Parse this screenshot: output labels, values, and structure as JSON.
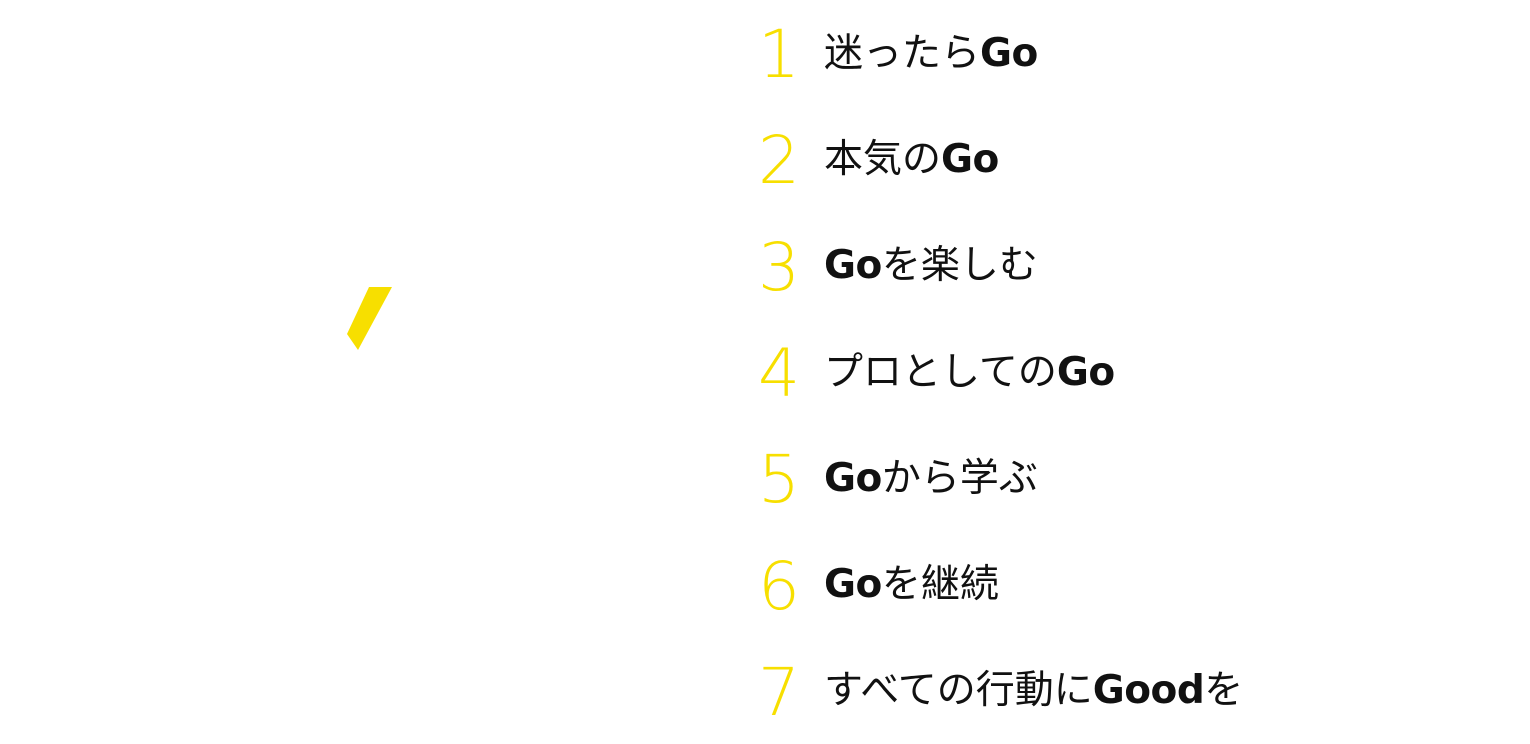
{
  "brand": {
    "accent_color": "#f7df00",
    "mark": "slash-mark"
  },
  "values": [
    {
      "number": "1",
      "parts": [
        {
          "text": "迷ったら",
          "bold": false
        },
        {
          "text": "Go",
          "bold": true
        }
      ]
    },
    {
      "number": "2",
      "parts": [
        {
          "text": "本気の",
          "bold": false
        },
        {
          "text": "Go",
          "bold": true
        }
      ]
    },
    {
      "number": "3",
      "parts": [
        {
          "text": "Go",
          "bold": true
        },
        {
          "text": "を楽しむ",
          "bold": false
        }
      ]
    },
    {
      "number": "4",
      "parts": [
        {
          "text": "プロとしての",
          "bold": false
        },
        {
          "text": "Go",
          "bold": true
        }
      ]
    },
    {
      "number": "5",
      "parts": [
        {
          "text": "Go",
          "bold": true
        },
        {
          "text": "から学ぶ",
          "bold": false
        }
      ]
    },
    {
      "number": "6",
      "parts": [
        {
          "text": "Go",
          "bold": true
        },
        {
          "text": "を継続",
          "bold": false
        }
      ]
    },
    {
      "number": "7",
      "parts": [
        {
          "text": "すべての行動に",
          "bold": false
        },
        {
          "text": "Good",
          "bold": true
        },
        {
          "text": "を",
          "bold": false
        }
      ]
    }
  ]
}
